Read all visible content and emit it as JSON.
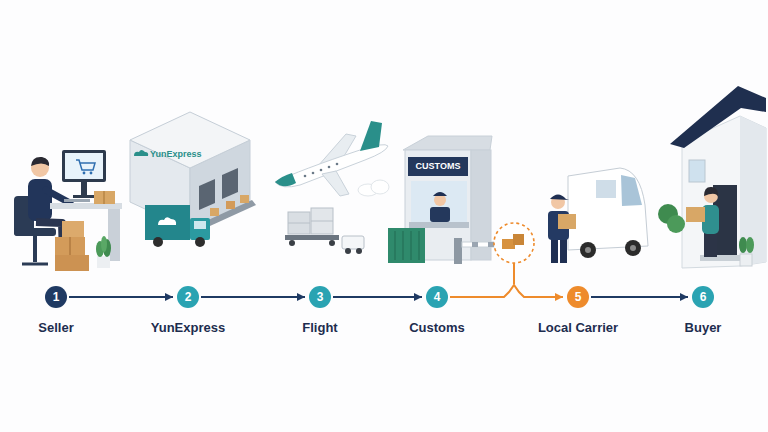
{
  "diagram": {
    "nodes": [
      {
        "text": [
          "1",
          "Seller"
        ]
      },
      {
        "text": [
          "2",
          "YunExpress"
        ]
      },
      {
        "text": [
          "3",
          "Flight"
        ]
      },
      {
        "text": [
          "4",
          "Customs"
        ]
      },
      {
        "text": [
          "5",
          "Local Carrier"
        ]
      },
      {
        "text": [
          "6",
          "Buyer"
        ]
      }
    ],
    "edges": [
      {
        "from": 0,
        "to": 1,
        "arrow": "to"
      },
      {
        "from": 1,
        "to": 2,
        "arrow": "to"
      },
      {
        "from": 2,
        "to": 3,
        "arrow": "to"
      },
      {
        "from": 3,
        "to": 4,
        "arrow": "to"
      },
      {
        "from": 4,
        "to": 5,
        "arrow": "to"
      }
    ],
    "labels": [
      "YunExpress",
      "CUSTOMS"
    ]
  }
}
